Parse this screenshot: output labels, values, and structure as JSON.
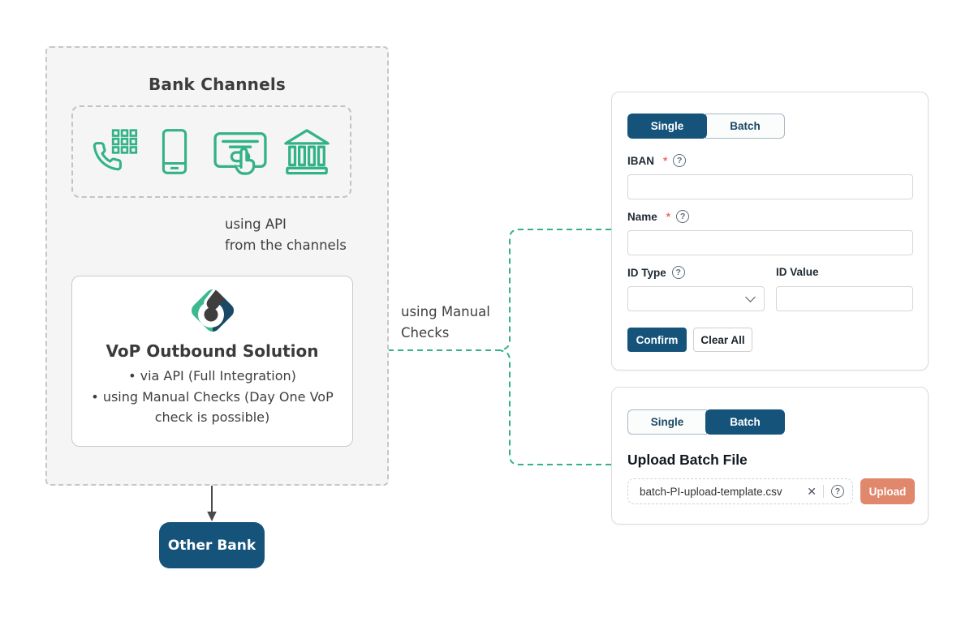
{
  "colors": {
    "navy": "#15537B",
    "teal_green": "#34B287",
    "salmon": "#E1876B",
    "required_red": "#E8755B",
    "arrow_gray": "#4A4A4A",
    "panel_bg": "#F5F5F6",
    "logo_green": "#3CBA8E",
    "logo_navy": "#1B4965",
    "logo_charcoal": "#3E3E3E"
  },
  "diagram": {
    "bank_channels": {
      "title": "Bank Channels",
      "icons": [
        "phone-keypad-icon",
        "smartphone-icon",
        "payment-terminal-icon",
        "bank-building-icon"
      ]
    },
    "api_label": {
      "line1": "using API",
      "line2": "from the channels"
    },
    "vop_card": {
      "title": "VoP Outbound Solution",
      "bullets": [
        "via API (Full Integration)",
        "using Manual Checks (Day One VoP check is possible)"
      ]
    },
    "manual_checks_label": "using Manual Checks",
    "other_bank_label": "Other Bank"
  },
  "single_panel": {
    "tabs": {
      "single": "Single",
      "batch": "Batch",
      "active": "Single"
    },
    "iban_label": "IBAN",
    "name_label": "Name",
    "id_type_label": "ID Type",
    "id_value_label": "ID Value",
    "required_marker": "*",
    "help_symbol": "?",
    "iban_value": "",
    "name_value": "",
    "id_type_value": "",
    "id_value_value": "",
    "confirm_label": "Confirm",
    "clear_all_label": "Clear All"
  },
  "batch_panel": {
    "tabs": {
      "single": "Single",
      "batch": "Batch",
      "active": "Batch"
    },
    "heading": "Upload Batch File",
    "file_name": "batch-PI-upload-template.csv",
    "clear_file_symbol": "✕",
    "help_symbol": "?",
    "upload_label": "Upload"
  }
}
